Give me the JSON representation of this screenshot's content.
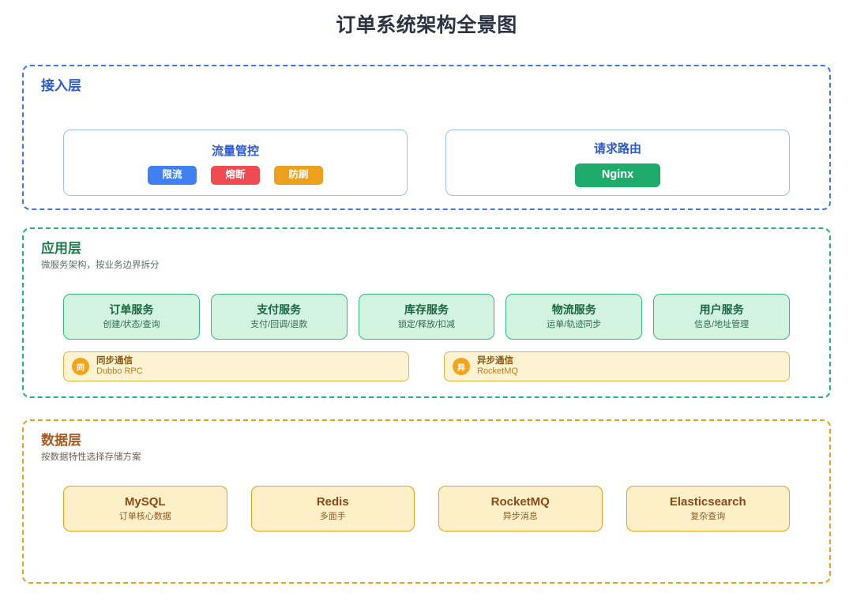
{
  "title": "订单系统架构全景图",
  "colors": {
    "title": "#2c3342",
    "access_accent": "#4075e8",
    "app_accent": "#22b573",
    "data_accent": "#eda01d",
    "tag_blue": "#4080f0",
    "tag_red": "#ef4b50",
    "tag_orange": "#eda01d",
    "nginx_green": "#1eab6b"
  },
  "layers": [
    {
      "id": "access",
      "title": "接入层",
      "subtitle": "",
      "cards": [
        {
          "title": "流量管控",
          "tags": [
            {
              "label": "限流",
              "color": "#4080f0"
            },
            {
              "label": "熔断",
              "color": "#ef4b50"
            },
            {
              "label": "防刷",
              "color": "#eda01d"
            }
          ]
        },
        {
          "title": "请求路由",
          "tags": [
            {
              "label": "Nginx",
              "color": "#1eab6b"
            }
          ]
        }
      ]
    },
    {
      "id": "app",
      "title": "应用层",
      "subtitle": "微服务架构，按业务边界拆分",
      "services": [
        {
          "name": "订单服务",
          "desc": "创建/状态/查询"
        },
        {
          "name": "支付服务",
          "desc": "支付/回调/退款"
        },
        {
          "name": "库存服务",
          "desc": "锁定/释放/扣减"
        },
        {
          "name": "物流服务",
          "desc": "运单/轨迹同步"
        },
        {
          "name": "用户服务",
          "desc": "信息/地址管理"
        }
      ],
      "communications": [
        {
          "badge": "同",
          "title": "同步通信",
          "sub": "Dubbo RPC"
        },
        {
          "badge": "异",
          "title": "异步通信",
          "sub": "RocketMQ"
        }
      ]
    },
    {
      "id": "data",
      "title": "数据层",
      "subtitle": "按数据特性选择存储方案",
      "stores": [
        {
          "name": "MySQL",
          "desc": "订单核心数据"
        },
        {
          "name": "Redis",
          "desc": "多面手"
        },
        {
          "name": "RocketMQ",
          "desc": "异步消息"
        },
        {
          "name": "Elasticsearch",
          "desc": "复杂查询"
        }
      ]
    }
  ]
}
